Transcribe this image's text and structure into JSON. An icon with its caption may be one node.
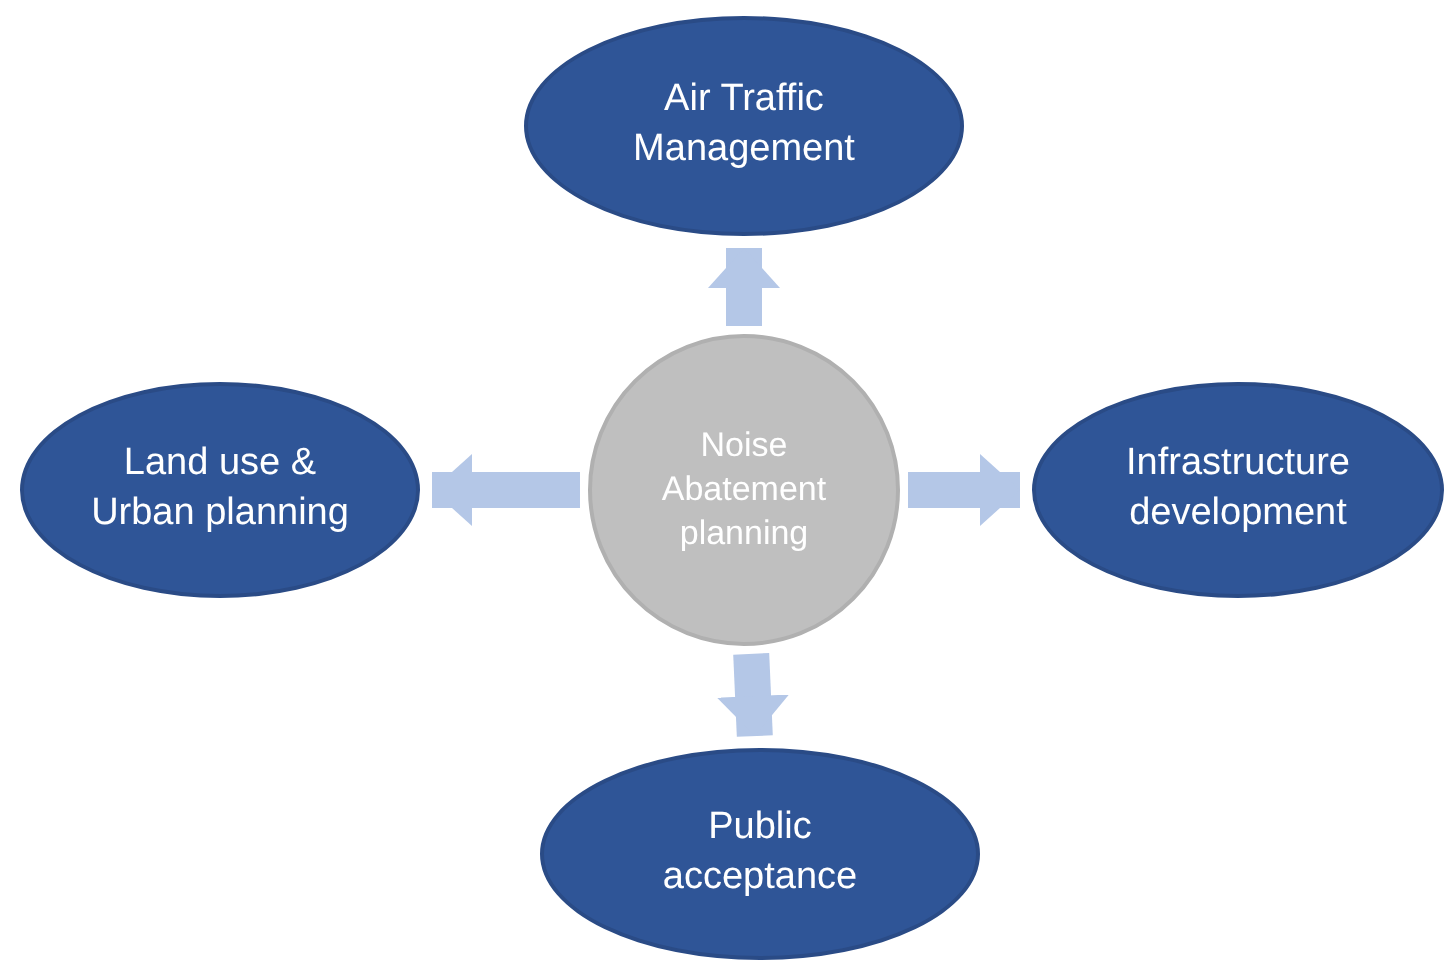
{
  "diagram": {
    "nodes": [
      {
        "text": [
          "Noise Abatement planning"
        ]
      },
      {
        "text": [
          "Air Traffic Management"
        ]
      },
      {
        "text": [
          "Land use & Urban planning"
        ]
      },
      {
        "text": [
          "Infrastructure development"
        ]
      },
      {
        "text": [
          "Public acceptance"
        ]
      }
    ],
    "edges": [
      {
        "from": 0,
        "to": 1,
        "arrow": "to"
      },
      {
        "from": 0,
        "to": 2,
        "arrow": "to"
      },
      {
        "from": 0,
        "to": 3,
        "arrow": "to"
      },
      {
        "from": 0,
        "to": 4,
        "arrow": "to"
      }
    ]
  }
}
